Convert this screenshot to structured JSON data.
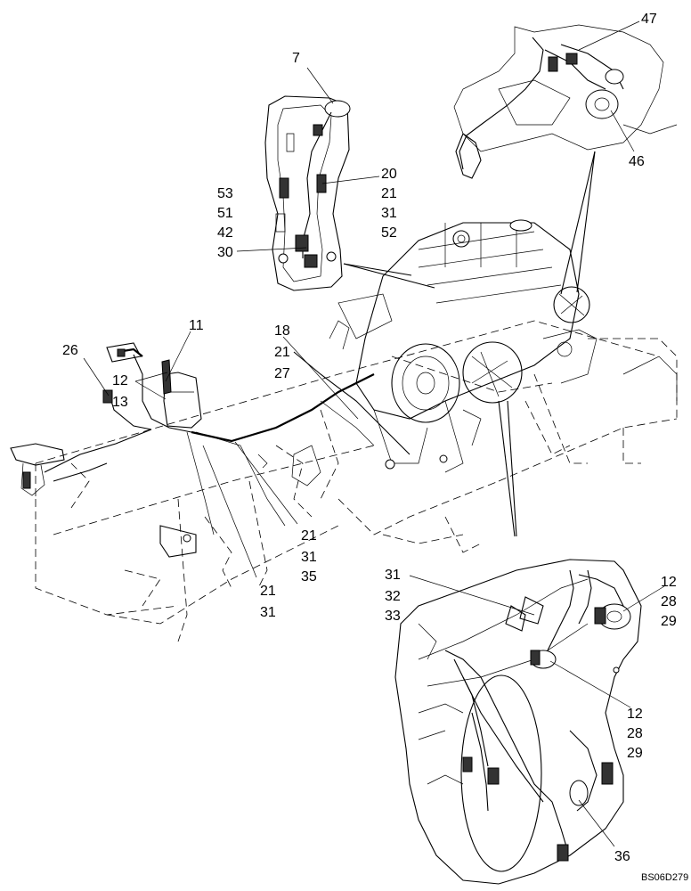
{
  "drawing_ref": "BS06D279",
  "callouts": {
    "c7": "7",
    "c20": "20",
    "c21a": "21",
    "c31a": "31",
    "c52": "52",
    "c53": "53",
    "c51": "51",
    "c42": "42",
    "c30": "30",
    "c47": "47",
    "c46": "46",
    "c11": "11",
    "c26": "26",
    "c12a": "12",
    "c13": "13",
    "c18": "18",
    "c21b": "21",
    "c27": "27",
    "c21c": "21",
    "c31b": "31",
    "c35": "35",
    "c21d": "21",
    "c31c": "31",
    "c31d": "31",
    "c32": "32",
    "c33": "33",
    "c12b": "12",
    "c28a": "28",
    "c29a": "29",
    "c12c": "12",
    "c28b": "28",
    "c29b": "29",
    "c36": "36"
  }
}
